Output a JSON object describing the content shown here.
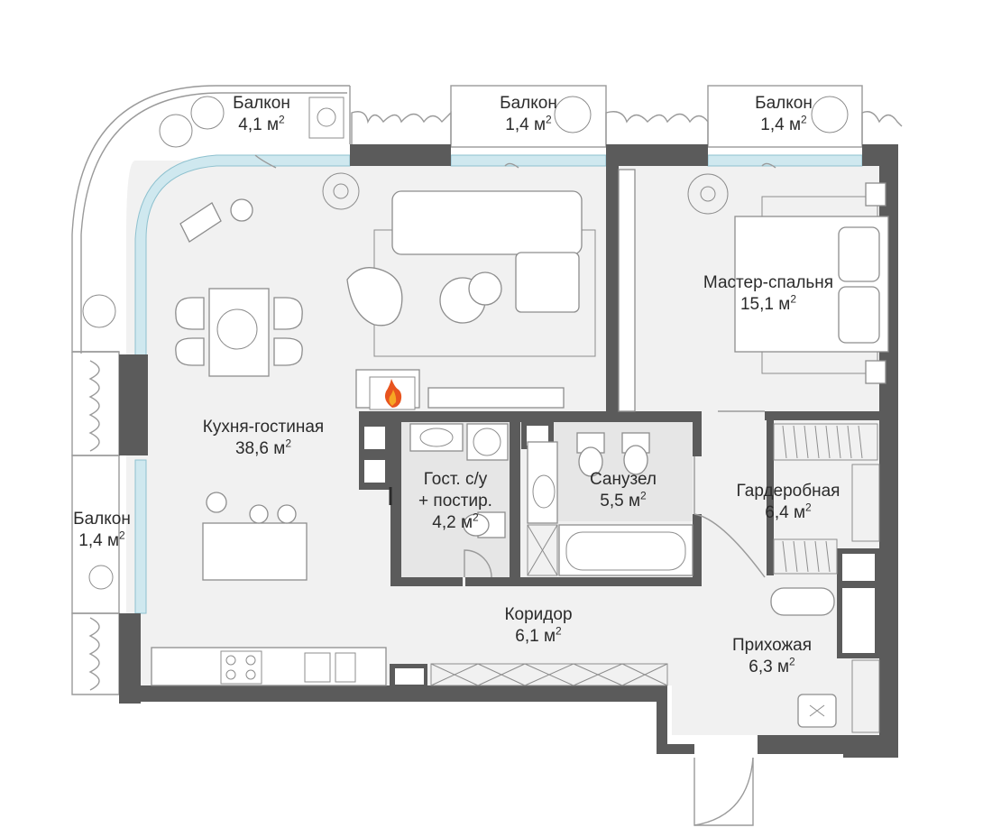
{
  "area_unit_sup": "2",
  "rooms": {
    "balcony_1": {
      "name": "Балкон",
      "area": "4,1 м"
    },
    "balcony_2": {
      "name": "Балкон",
      "area": "1,4 м"
    },
    "balcony_3": {
      "name": "Балкон",
      "area": "1,4 м"
    },
    "balcony_4": {
      "name": "Балкон",
      "area": "1,4 м"
    },
    "master_bedroom": {
      "name": "Мастер-спальня",
      "area": "15,1 м"
    },
    "kitchen_living": {
      "name": "Кухня-гостиная",
      "area": "38,6 м"
    },
    "guest_wc": {
      "name": "Гост. с/у\n+ постир.",
      "name_line1": "Гост. с/у",
      "name_line2": "+ постир.",
      "area": "4,2 м"
    },
    "bathroom": {
      "name": "Санузел",
      "area": "5,5 м"
    },
    "wardrobe": {
      "name": "Гардеробная",
      "area": "6,4 м"
    },
    "corridor": {
      "name": "Коридор",
      "area": "6,1 м"
    },
    "hallway": {
      "name": "Прихожая",
      "area": "6,3 м"
    }
  },
  "icons": [
    "fireplace-icon",
    "plant-icon",
    "armchair-icon",
    "sofa-icon",
    "bed-icon",
    "dining-table-icon",
    "stove-icon",
    "sink-icon",
    "toilet-icon",
    "bathtub-icon",
    "washing-machine-icon",
    "shower-icon"
  ]
}
